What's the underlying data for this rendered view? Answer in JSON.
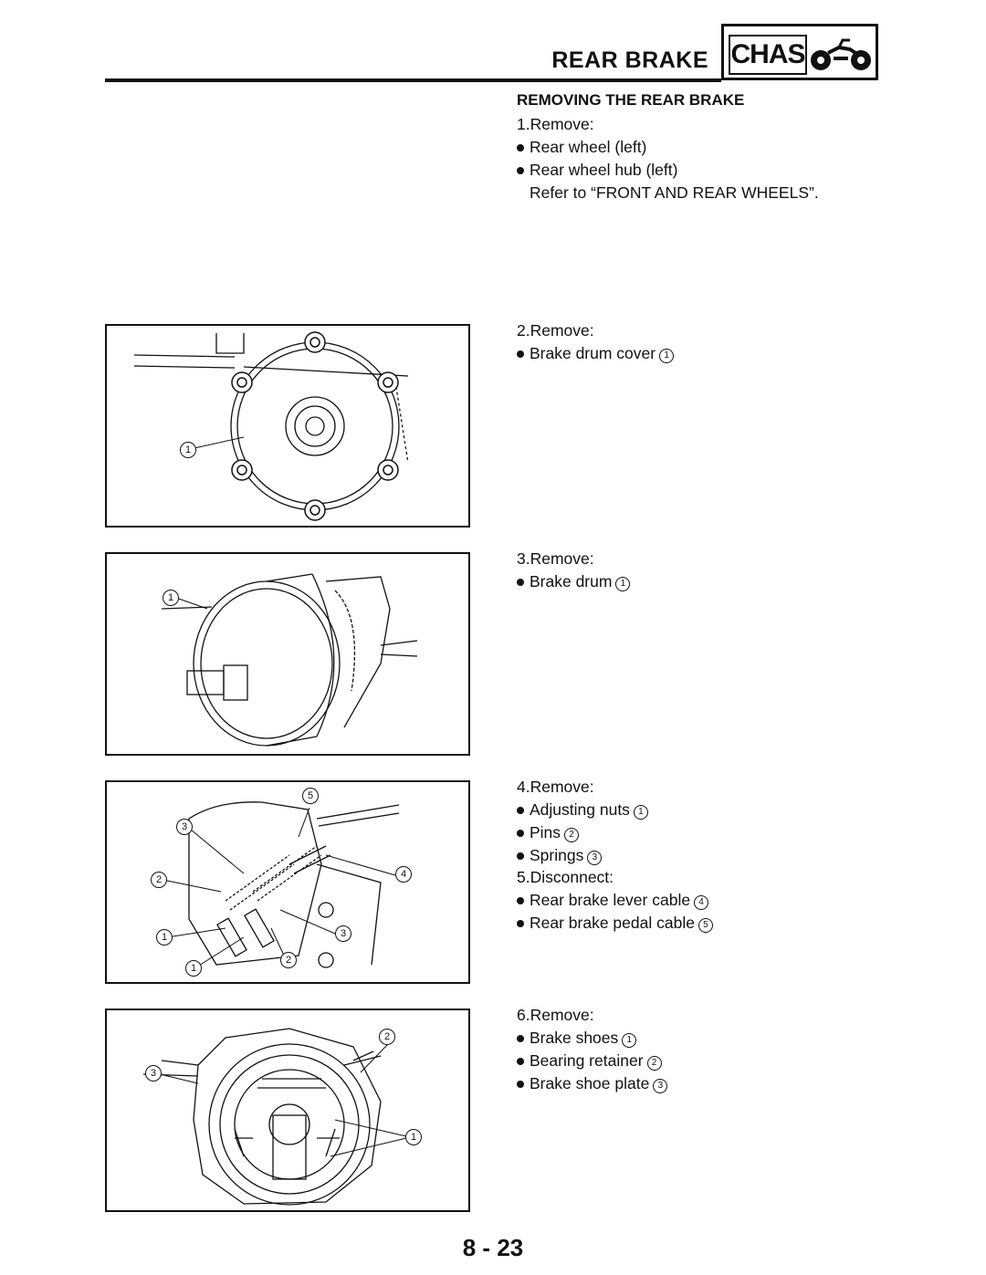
{
  "header": {
    "title": "REAR BRAKE",
    "badge": "CHAS",
    "badge_icon": "atv-icon"
  },
  "section_title": "REMOVING THE REAR BRAKE",
  "steps": [
    {
      "label": "1.Remove:",
      "items": [
        "Rear wheel (left)",
        "Rear wheel hub (left)"
      ],
      "note": "Refer to “FRONT AND REAR WHEELS”."
    },
    {
      "label": "2.Remove:",
      "items": [
        {
          "text": "Brake drum cover",
          "num": "1"
        }
      ]
    },
    {
      "label": "3.Remove:",
      "items": [
        {
          "text": "Brake drum",
          "num": "1"
        }
      ]
    },
    {
      "label": "4.Remove:",
      "items": [
        {
          "text": "Adjusting nuts",
          "num": "1"
        },
        {
          "text": "Pins",
          "num": "2"
        },
        {
          "text": "Springs",
          "num": "3"
        }
      ]
    },
    {
      "label": "5.Disconnect:",
      "items": [
        {
          "text": "Rear brake lever cable",
          "num": "4"
        },
        {
          "text": "Rear brake pedal cable",
          "num": "5"
        }
      ]
    },
    {
      "label": "6.Remove:",
      "items": [
        {
          "text": "Brake shoes",
          "num": "1"
        },
        {
          "text": "Bearing retainer",
          "num": "2"
        },
        {
          "text": "Brake shoe plate",
          "num": "3"
        }
      ]
    }
  ],
  "figures": {
    "fig1_callouts": [
      "1"
    ],
    "fig2_callouts": [
      "1"
    ],
    "fig3_callouts": [
      "5",
      "3",
      "2",
      "4",
      "1",
      "3",
      "1",
      "2"
    ],
    "fig4_callouts": [
      "2",
      "3",
      "1"
    ]
  },
  "page_number": "8 - 23"
}
